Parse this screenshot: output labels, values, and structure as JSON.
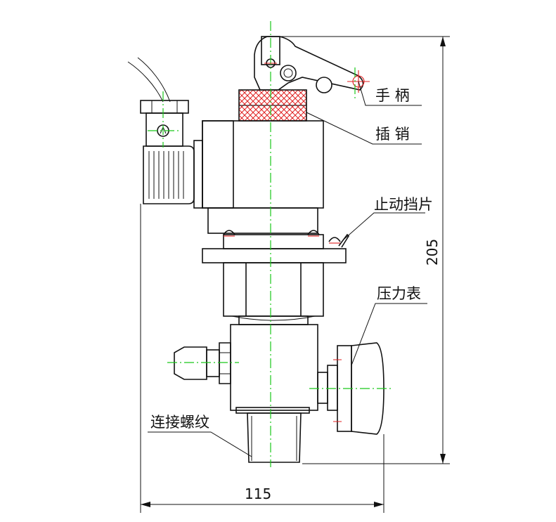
{
  "labels": {
    "handle": "手 柄",
    "pin": "插 销",
    "stop_plate": "止动挡片",
    "pressure_gauge": "压力表",
    "thread": "连接螺纹"
  },
  "dimensions": {
    "height": "205",
    "width": "115"
  },
  "colors": {
    "centerline": "#19c719",
    "hatch": "#e02020",
    "line": "#111111"
  }
}
